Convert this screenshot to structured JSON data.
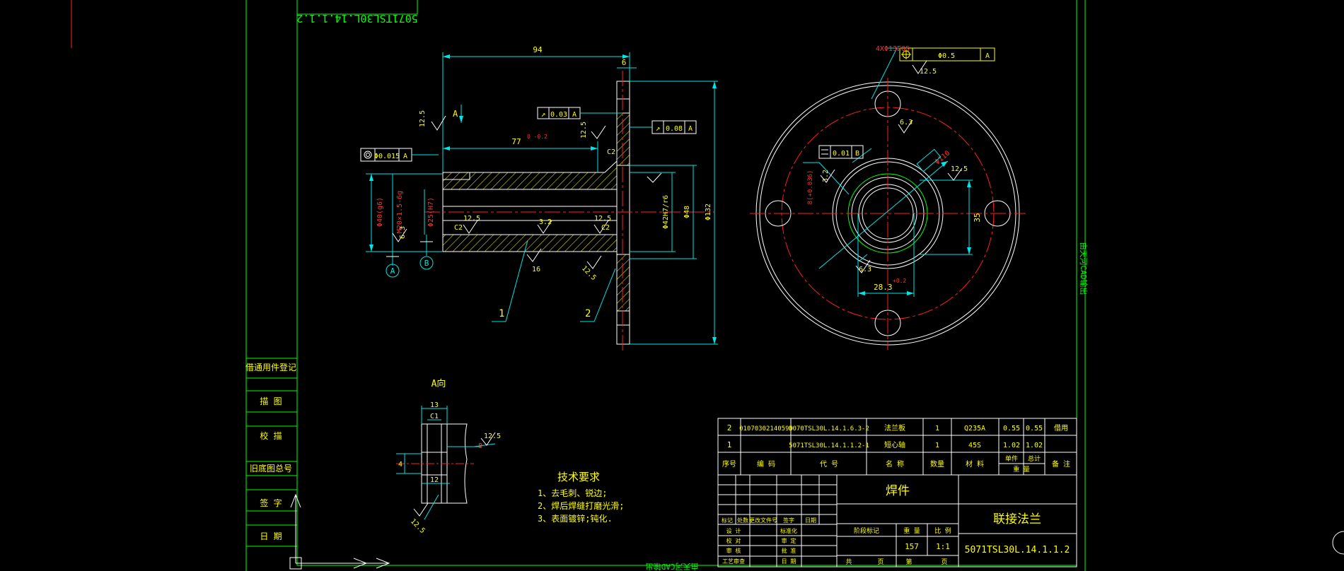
{
  "drawing": {
    "top_frame_label": "5071TSL30L.14.1.1.2",
    "vertical_side_label": "由天河CAD输出",
    "bottom_side_label": "由天河CAD输出"
  },
  "left_column": {
    "items": [
      "借通用件登记",
      "描 图",
      "校 描",
      "旧底图总号",
      "签 字",
      "日 期"
    ]
  },
  "side_view": {
    "dim_overall_length": "94",
    "dim_flange_thickness": "6",
    "dim_inner_length": "77",
    "dim_inner_length_tol": "0 -0.2",
    "runout_1": "0.03",
    "runout_1_datum": "A",
    "runout_2": "0.08",
    "runout_2_datum": "A",
    "coaxiality": "Φ0.015",
    "coaxiality_datum": "A",
    "dia_left_1": "Φ40(g6)",
    "dia_left_2": "M20×1.5-6g",
    "dia_left_3": "Φ25(H7)",
    "dia_right_1": "Φ42H7/r6",
    "dia_right_2": "Φ48",
    "dia_right_3": "Φ132",
    "chamfer_1": "C2",
    "chamfer_2": "C2",
    "chamfer_3": "C2",
    "rough_12_5_a": "12.5",
    "rough_12_5_b": "12.5",
    "rough_12_5_c": "12.5",
    "rough_12_5_d": "12.5",
    "rough_3_2": "3.2",
    "rough_6_3": "6.3",
    "rough_16": "16",
    "rough_12_5_e": "12.5",
    "view_label_a": "A",
    "datum_a": "A",
    "datum_b": "B",
    "part_no_1": "1",
    "part_no_2": "2"
  },
  "front_view": {
    "holes_note": "4XΦ13EQS",
    "position_tol": "Φ0.5",
    "position_datum": "A",
    "rough_hole": "12.5",
    "flatness": "0.01",
    "flatness_datum": "B",
    "dim_dia_bore": "Φ110",
    "dim_keyway": "28.3",
    "dim_keyway_tol": "+0.2",
    "dim_width": "35",
    "rough_6_3_a": "6.3",
    "rough_6_3_b": "6.3",
    "rough_12_5": "12.5",
    "rough_3_2": "3.2",
    "dim_bore_note": "8(+0.036)"
  },
  "detail_view": {
    "title": "A向",
    "dim_13": "13",
    "dim_c1": "C1",
    "dim_12": "12",
    "dim_8": "8",
    "dim_4": "4",
    "rough_12_5": "12.5",
    "rough_12_5_b": "12.5"
  },
  "tech_requirements": {
    "title": "技术要求",
    "items": [
      "1、去毛刺、锐边;",
      "2、焊后焊缝打磨光滑;",
      "3、表面镀锌;钝化."
    ]
  },
  "bom": {
    "rows": [
      {
        "no": "2",
        "code": "0107030214059D",
        "ref": "5070TSL30L.14.1.6.3-2",
        "name": "法兰板",
        "qty": "1",
        "material": "Q235A",
        "unit_weight": "0.55",
        "total_weight": "0.55",
        "remark": "借用"
      },
      {
        "no": "1",
        "code": "",
        "ref": "5071TSL30L.14.1.1.2-1",
        "name": "短心轴",
        "qty": "1",
        "material": "45S",
        "unit_weight": "1.02",
        "total_weight": "1.02",
        "remark": ""
      }
    ],
    "headers": {
      "no": "序号",
      "code": "编 码",
      "ref": "代 号",
      "name": "名 称",
      "qty": "数量",
      "material": "材 料",
      "weight_single": "单件",
      "weight_total": "总计",
      "weight": "重 量",
      "remark": "备 注"
    }
  },
  "title_block": {
    "title": "焊件",
    "part_name": "联接法兰",
    "drawing_no": "5071TSL30L.14.1.1.2",
    "weight": "157",
    "scale": "1:1",
    "labels": [
      "标记",
      "处数",
      "更改文件号",
      "签字",
      "日期",
      "设 计",
      "标准化",
      "校 对",
      "审 定",
      "审 核",
      "批 准",
      "工艺审查",
      "日 期",
      "阶段标记",
      "重 量",
      "比 例",
      "共",
      "页",
      "第",
      "页"
    ]
  }
}
